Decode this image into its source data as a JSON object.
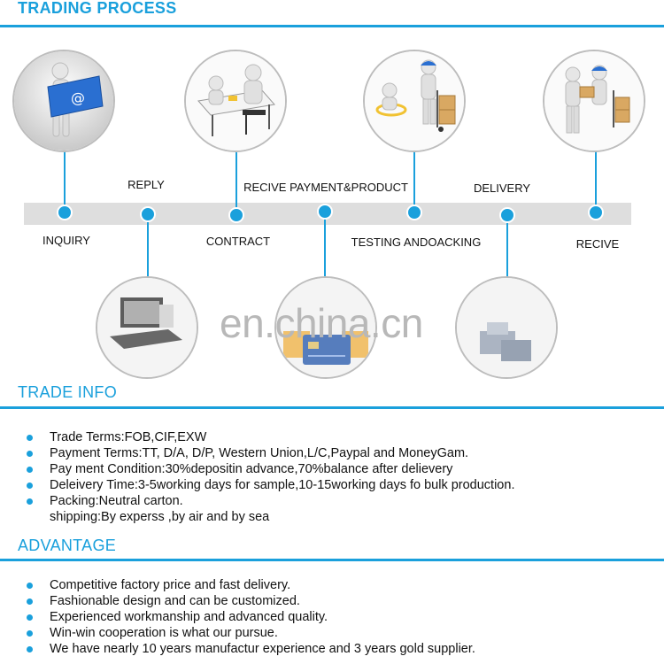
{
  "sections": {
    "trading_process": "TRADING PROCESS",
    "trade_info": "TRADE INFO",
    "advantage": "ADVANTAGE"
  },
  "process_steps": [
    {
      "label": "INQUIRY",
      "label_position": "below",
      "image": "man-holding-email-envelope"
    },
    {
      "label": "REPLY",
      "label_position": "above",
      "image": "laptop-computer"
    },
    {
      "label": "CONTRACT",
      "label_position": "below",
      "image": "people-at-negotiation-table"
    },
    {
      "label": "RECIVE PAYMENT&PRODUCT",
      "label_position": "above",
      "image": "bank-card"
    },
    {
      "label": "TESTING ANDOACKING",
      "label_position": "below",
      "image": "workers-testing-and-packing-boxes"
    },
    {
      "label": "DELIVERY",
      "label_position": "above",
      "image": "stack-of-parcels"
    },
    {
      "label": "RECIVE",
      "label_position": "below",
      "image": "courier-handing-over-parcel"
    }
  ],
  "watermark": "en.china.cn",
  "trade_info": [
    {
      "text": "Trade Terms:FOB,CIF,EXW",
      "bullet": true
    },
    {
      "text": "Payment Terms:TT, D/A, D/P, Western Union,L/C,Paypal and MoneyGam.",
      "bullet": true
    },
    {
      "text": "Pay ment Condition:30%depositin advance,70%balance after delievery",
      "bullet": true
    },
    {
      "text": "Deleivery Time:3-5working days for sample,10-15working days fo bulk production.",
      "bullet": true
    },
    {
      "text": "Packing:Neutral carton.",
      "bullet": true
    },
    {
      "text": "shipping:By experss ,by air and by sea",
      "bullet": false
    }
  ],
  "advantage": [
    "Competitive factory price and fast delivery.",
    "Fashionable design and can be customized.",
    "Experienced workmanship and advanced quality.",
    "Win-win cooperation is what our pursue.",
    "We have nearly 10 years manufactur experience and 3 years gold supplier."
  ],
  "colors": {
    "accent": "#1aa0dc",
    "band": "#dedede",
    "text": "#111111",
    "watermark": "#b8b8b8"
  }
}
